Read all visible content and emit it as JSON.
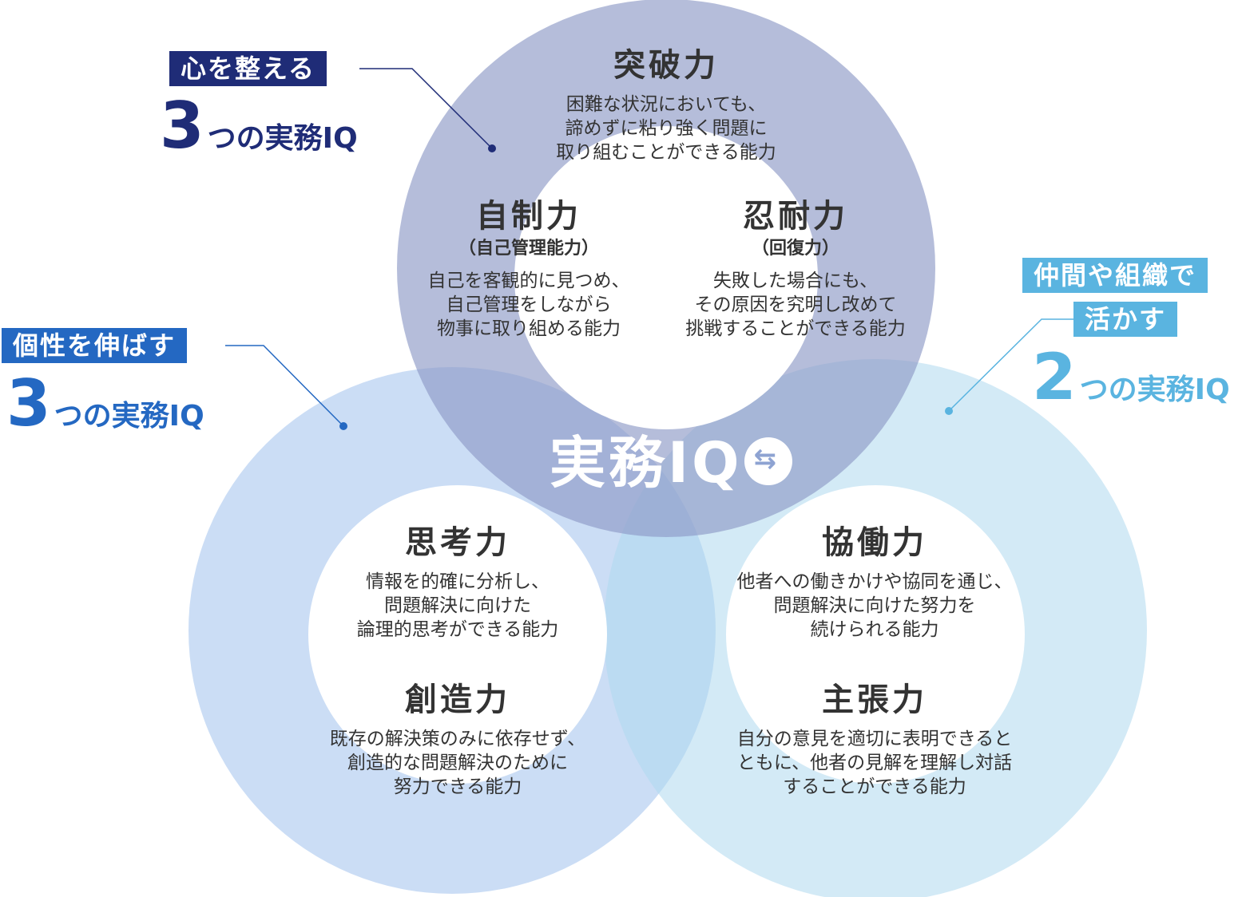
{
  "colors": {
    "top_circle": "#8e9ac6",
    "left_circle": "#a8c7ee",
    "right_circle": "#aed8ee",
    "navy": "#1f2c77",
    "blue": "#2468c2",
    "light_blue": "#5ab4e0",
    "text": "#333333"
  },
  "center_logo": {
    "text": "実務IQ",
    "icon": "refresh-arrow-icon"
  },
  "groups": {
    "heart": {
      "tag": "心を整える",
      "count_num": "3",
      "count_rest": "つの実務IQ"
    },
    "individuality": {
      "tag": "個性を伸ばす",
      "count_num": "3",
      "count_rest": "つの実務IQ"
    },
    "team": {
      "tag_line1": "仲間や組織で",
      "tag_line2": "活かす",
      "count_num": "2",
      "count_rest": "つの実務IQ"
    }
  },
  "abilities": {
    "breakthrough": {
      "title": "突破力",
      "desc": [
        "困難な状況においても、",
        "諦めずに粘り強く問題に",
        "取り組むことができる能力"
      ]
    },
    "self_control": {
      "title": "自制力",
      "sub": "（自己管理能力）",
      "desc": [
        "自己を客観的に見つめ、",
        "自己管理をしながら",
        "物事に取り組める能力"
      ]
    },
    "patience": {
      "title": "忍耐力",
      "sub": "（回復力）",
      "desc": [
        "失敗した場合にも、",
        "その原因を究明し改めて",
        "挑戦することができる能力"
      ]
    },
    "thinking": {
      "title": "思考力",
      "desc": [
        "情報を的確に分析し、",
        "問題解決に向けた",
        "論理的思考ができる能力"
      ]
    },
    "creativity": {
      "title": "創造力",
      "desc": [
        "既存の解決策のみに依存せず、",
        "創造的な問題解決のために",
        "努力できる能力"
      ]
    },
    "collaboration": {
      "title": "協働力",
      "desc": [
        "他者への働きかけや協同を通じ、",
        "問題解決に向けた努力を",
        "続けられる能力"
      ]
    },
    "assertion": {
      "title": "主張力",
      "desc": [
        "自分の意見を適切に表明できると",
        "ともに、他者の見解を理解し対話",
        "することができる能力"
      ]
    }
  }
}
